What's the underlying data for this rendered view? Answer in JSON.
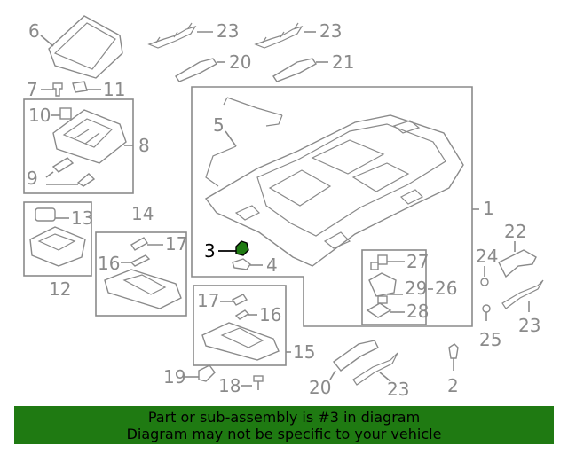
{
  "labels": {
    "n1": "1",
    "n2": "2",
    "n3": "3",
    "n4": "4",
    "n5": "5",
    "n6": "6",
    "n7": "7",
    "n8": "8",
    "n9": "9",
    "n10": "10",
    "n11": "11",
    "n12": "12",
    "n13": "13",
    "n14": "14",
    "n15": "15",
    "n16a": "16",
    "n16b": "16",
    "n17a": "17",
    "n17b": "17",
    "n18": "18",
    "n19": "19",
    "n20a": "20",
    "n20b": "20",
    "n21": "21",
    "n22": "22",
    "n23a": "23",
    "n23b": "23",
    "n23c": "23",
    "n23d": "23",
    "n24": "24",
    "n25": "25",
    "n26": "26",
    "n27": "27",
    "n28": "28",
    "n29": "29"
  },
  "banner": {
    "line1": "Part or sub-assembly is #3 in diagram",
    "line2": "Diagram may not be specific to your vehicle"
  },
  "colors": {
    "line": "#8a8a8a",
    "highlight_part": "#1f7a12",
    "banner_bg": "#1f7a12"
  }
}
